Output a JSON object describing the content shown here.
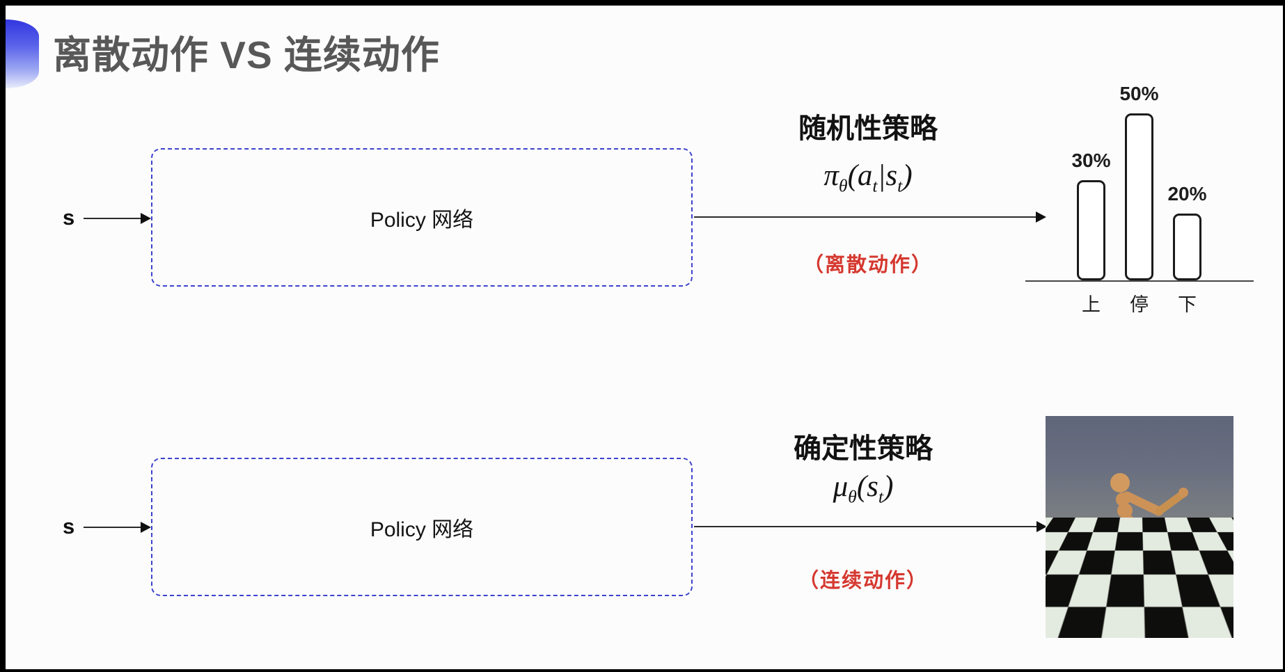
{
  "title": "离散动作 VS 连续动作",
  "colors": {
    "accent_blue": "#3d44d8",
    "box_dash_blue": "#3c42cc",
    "action_red": "#d5382f",
    "title_gray": "#585858"
  },
  "top_flow": {
    "input_label": "s",
    "box_label": "Policy 网络",
    "policy_type": "随机性策略",
    "formula": [
      {
        "t": "π",
        "sub": false
      },
      {
        "t": "θ",
        "sub": true
      },
      {
        "t": "(",
        "sub": false
      },
      {
        "t": "a",
        "sub": false
      },
      {
        "t": "t",
        "sub": true
      },
      {
        "t": "|",
        "sub": false
      },
      {
        "t": "s",
        "sub": false
      },
      {
        "t": "t",
        "sub": true
      },
      {
        "t": ")",
        "sub": false
      }
    ],
    "formula_text": "πθ(at|st)",
    "action_note": "（离散动作）"
  },
  "bottom_flow": {
    "input_label": "s",
    "box_label": "Policy 网络",
    "policy_type": "确定性策略",
    "formula": [
      {
        "t": "μ",
        "sub": false
      },
      {
        "t": "θ",
        "sub": true
      },
      {
        "t": "(",
        "sub": false
      },
      {
        "t": "s",
        "sub": false
      },
      {
        "t": "t",
        "sub": true
      },
      {
        "t": ")",
        "sub": false
      }
    ],
    "formula_text": "μθ(st)",
    "action_note": "（连续动作）"
  },
  "chart_data": {
    "type": "bar",
    "categories": [
      "上",
      "停",
      "下"
    ],
    "values": [
      30,
      50,
      20
    ],
    "value_labels": [
      "30%",
      "50%",
      "20%"
    ],
    "title": "",
    "xlabel": "",
    "ylabel": "",
    "ylim": [
      0,
      52
    ],
    "grid": false,
    "legend": false
  },
  "robot_image": {
    "description": "MuJoCo humanoid robot running on black-and-white checkerboard floor under gray-blue sky"
  }
}
